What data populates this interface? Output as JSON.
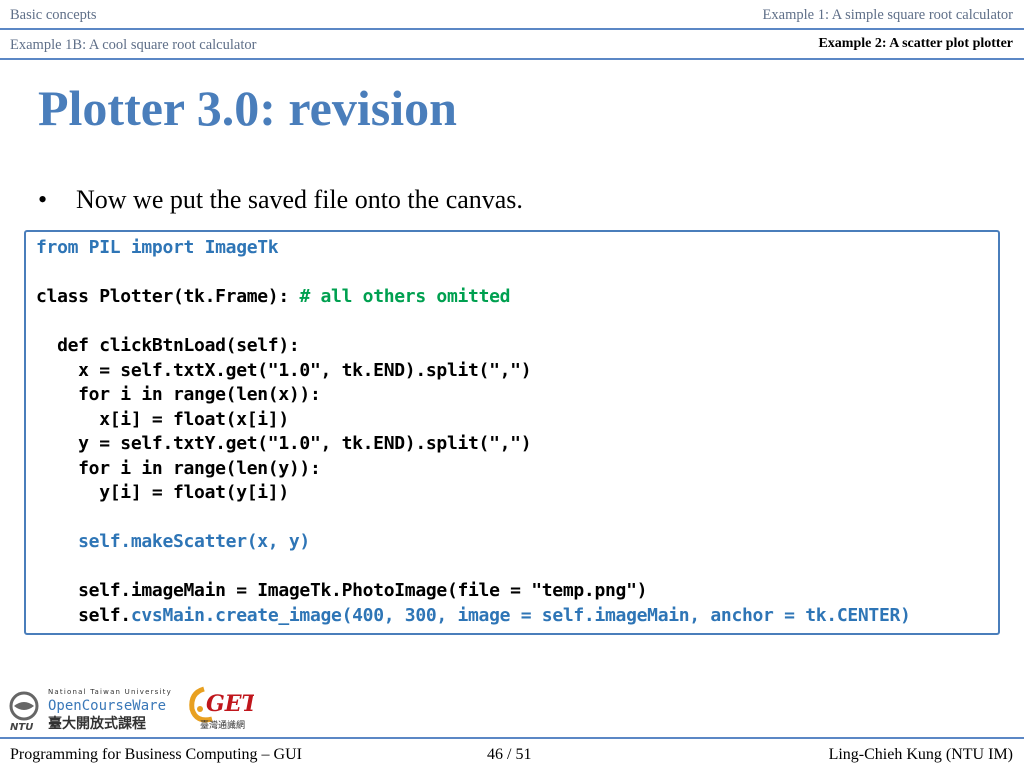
{
  "nav": {
    "top_left": "Basic concepts",
    "top_right": "Example 1: A simple square root calculator",
    "second_left": "Example 1B: A cool square root calculator",
    "second_right": "Example 2: A scatter plot plotter"
  },
  "slide": {
    "title": "Plotter 3.0: revision",
    "bullet_marker": "•",
    "bullet": "Now we put the saved file onto the canvas."
  },
  "code": {
    "line1": "from PIL import ImageTk",
    "line2_a": "class Plotter(tk.Frame): ",
    "line2_b": "# all others omitted",
    "line3": "  def clickBtnLoad(self):",
    "line4": "    x = self.txtX.get(\"1.0\", tk.END).split(\",\")",
    "line5": "    for i in range(len(x)):",
    "line6": "      x[i] = float(x[i])",
    "line7": "    y = self.txtY.get(\"1.0\", tk.END).split(\",\")",
    "line8": "    for i in range(len(y)):",
    "line9": "      y[i] = float(y[i])",
    "line10": "    self.makeScatter(x, y)",
    "line11": "    self.imageMain = ImageTk.PhotoImage(file = \"temp.png\")",
    "line12_a": "    self.",
    "line12_b": "cvsMain.create_image(400, 300, image = self.imageMain, anchor = tk.CENTER)"
  },
  "footer": {
    "course": "Programming for Business Computing – GUI",
    "page": "46 / 51",
    "author": "Ling-Chieh Kung (NTU IM)"
  },
  "logos": {
    "ocw_line1": "National Taiwan University",
    "ocw_line2": "OpenCourseWare",
    "ocw_line3": "臺大開放式課程",
    "ocw_mark": "NTU",
    "get_mark": "GET",
    "get_sub": "臺灣通識網"
  },
  "colors": {
    "accent": "#4a7ebb",
    "rule": "#5b87c5",
    "code_keyword": "#2e75b6",
    "code_comment": "#00a050"
  }
}
